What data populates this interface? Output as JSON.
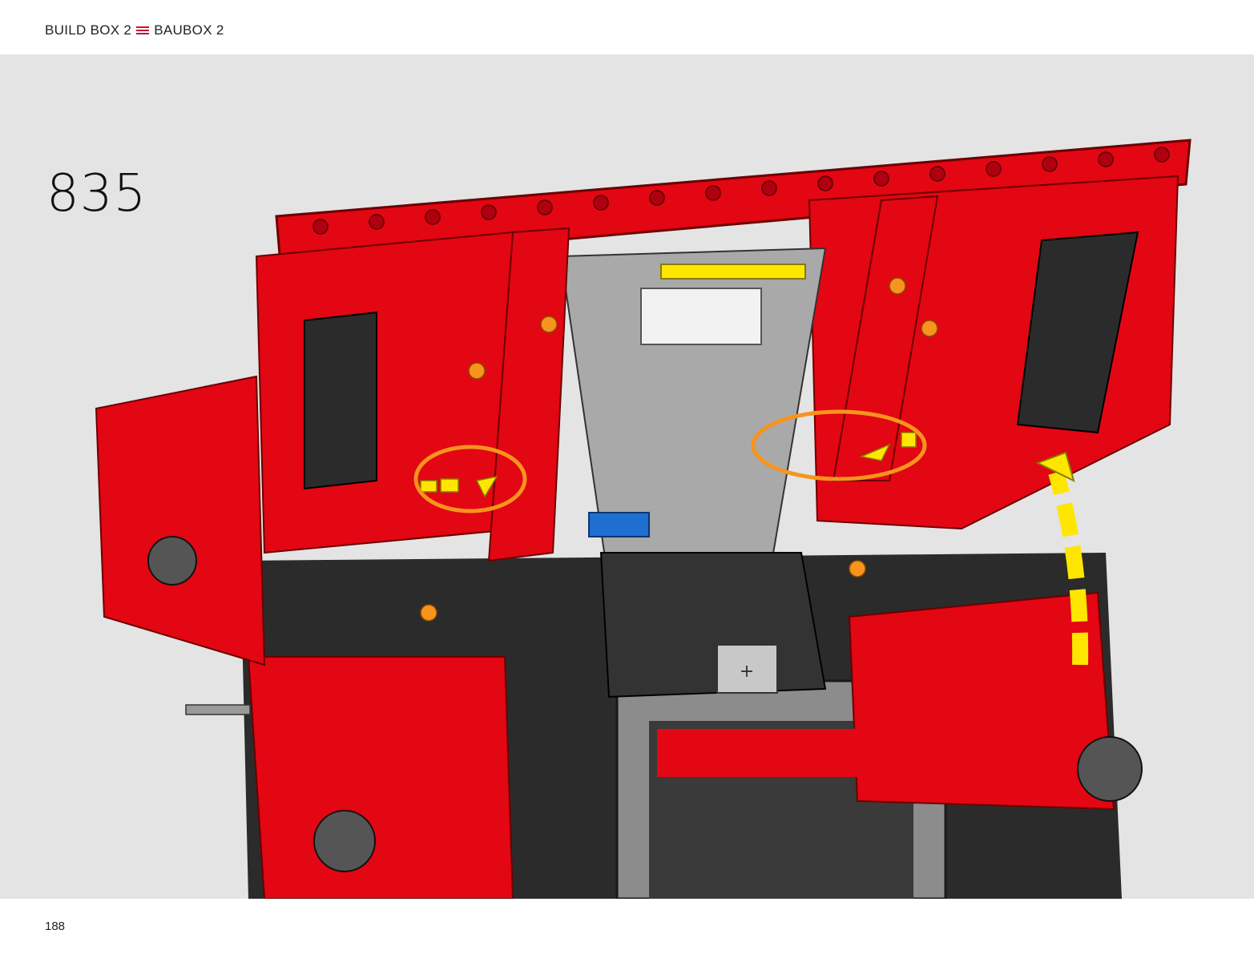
{
  "header": {
    "left_label": "BUILD BOX 2",
    "right_label": "BAUBOX 2",
    "separator_icon": "hamburger-icon",
    "accent_color": "#c4122f"
  },
  "step": {
    "number": "835"
  },
  "page": {
    "number": "188"
  },
  "illustration": {
    "main_color": "#e30613",
    "dark_color": "#2b2b2b",
    "grey_color": "#a9a9a9",
    "highlight_color": "#f7941d",
    "arrow_color": "#ffe600",
    "callouts": [
      "left-pin-highlight",
      "right-pin-highlight"
    ],
    "arrow": "rotate-up-arrow"
  }
}
